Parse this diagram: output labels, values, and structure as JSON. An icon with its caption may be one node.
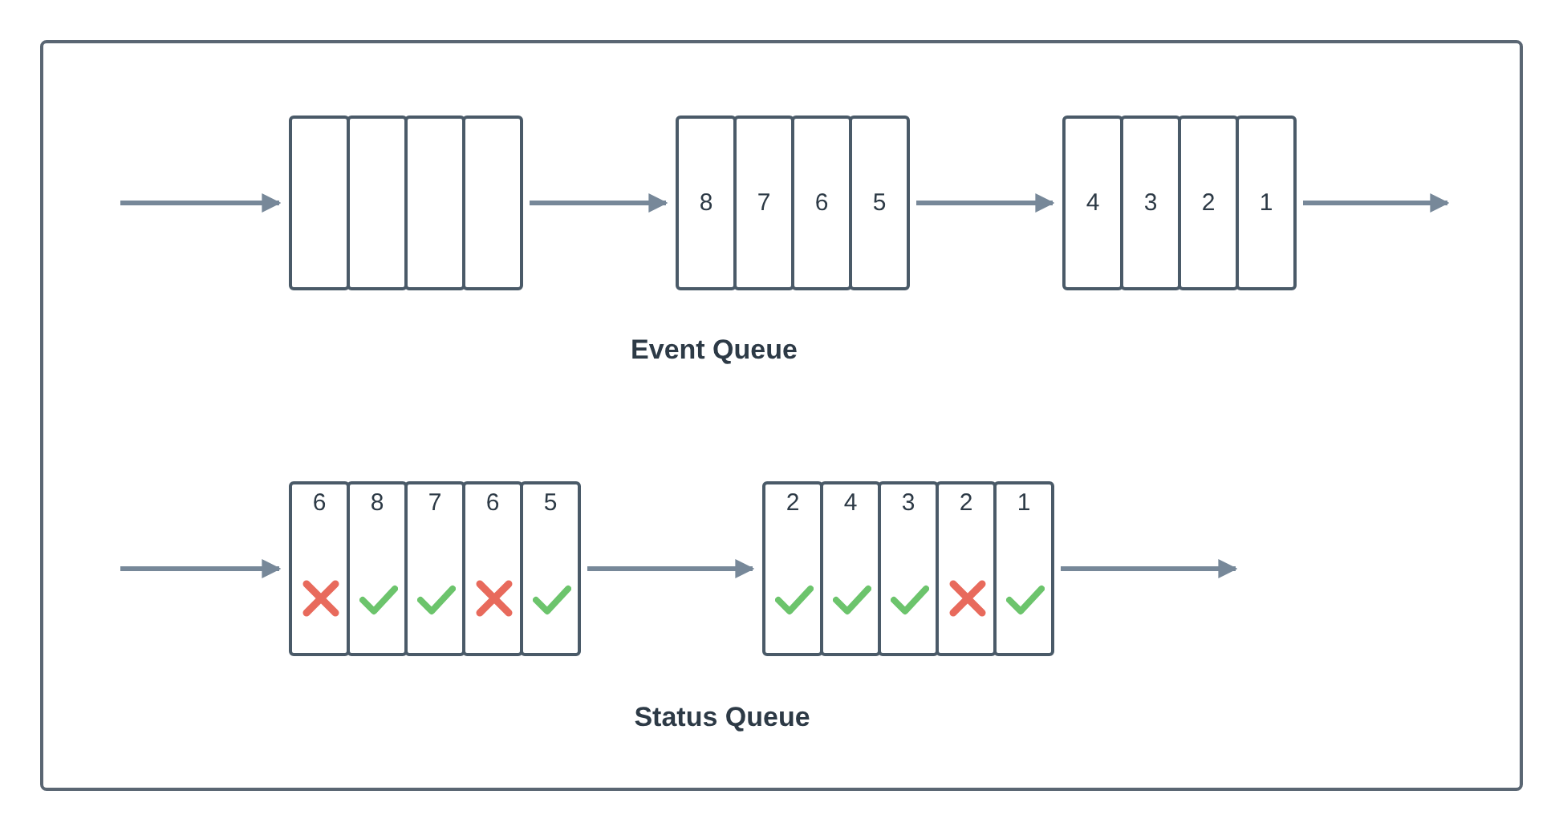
{
  "diagram": {
    "nodes": [
      {
        "text": [],
        "shape": "box"
      },
      {
        "text": [],
        "shape": "box"
      },
      {
        "text": [],
        "shape": "box"
      },
      {
        "text": [],
        "shape": "box"
      },
      {
        "text": [
          "8"
        ]
      },
      {
        "text": [
          "7"
        ]
      },
      {
        "text": [
          "6"
        ]
      },
      {
        "text": [
          "5"
        ]
      },
      {
        "text": [
          "4"
        ]
      },
      {
        "text": [
          "3"
        ]
      },
      {
        "text": [
          "2"
        ]
      },
      {
        "text": [
          "1"
        ]
      },
      {
        "text": [
          "6"
        ]
      },
      {
        "text": [
          "8"
        ]
      },
      {
        "text": [
          "7"
        ]
      },
      {
        "text": [
          "6"
        ]
      },
      {
        "text": [
          "5"
        ]
      },
      {
        "text": [
          "2"
        ]
      },
      {
        "text": [
          "4"
        ]
      },
      {
        "text": [
          "3"
        ]
      },
      {
        "text": [
          "2"
        ]
      },
      {
        "text": [
          "1"
        ]
      },
      {
        "text": [],
        "shape": "cross",
        "in": 12
      },
      {
        "text": [],
        "shape": "check",
        "in": 13
      },
      {
        "text": [],
        "shape": "check",
        "in": 14
      },
      {
        "text": [],
        "shape": "cross",
        "in": 15
      },
      {
        "text": [],
        "shape": "check",
        "in": 16
      },
      {
        "text": [],
        "shape": "check",
        "in": 17
      },
      {
        "text": [],
        "shape": "check",
        "in": 18
      },
      {
        "text": [],
        "shape": "check",
        "in": 19
      },
      {
        "text": [],
        "shape": "cross",
        "in": 20
      },
      {
        "text": [],
        "shape": "check",
        "in": 21
      }
    ],
    "edges": [
      {
        "from": null,
        "to": 0,
        "arrow": "to"
      },
      {
        "from": 3,
        "to": 4,
        "arrow": "to"
      },
      {
        "from": 7,
        "to": 8,
        "arrow": "to"
      },
      {
        "from": 11,
        "to": null,
        "arrow": "to"
      },
      {
        "from": null,
        "to": 12,
        "arrow": "to"
      },
      {
        "from": 16,
        "to": 17,
        "arrow": "to"
      },
      {
        "from": 21,
        "to": null,
        "arrow": "to"
      }
    ],
    "labels": [
      "Event Queue",
      "Status Queue"
    ]
  }
}
